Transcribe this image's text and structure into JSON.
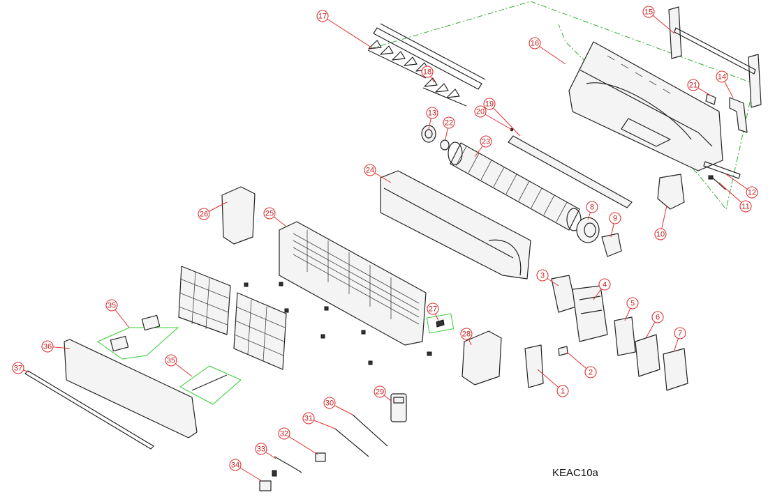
{
  "model_code": "KEAC10a",
  "callouts": [
    "1",
    "2",
    "3",
    "4",
    "5",
    "6",
    "7",
    "8",
    "9",
    "10",
    "11",
    "12",
    "13",
    "14",
    "15",
    "16",
    "17",
    "18",
    "19",
    "20",
    "21",
    "22",
    "23",
    "24",
    "25",
    "26",
    "27",
    "28",
    "29",
    "30",
    "31",
    "32",
    "33",
    "34",
    "35",
    "35",
    "36",
    "37"
  ],
  "colors": {
    "callout": "#e03030",
    "group_box": "#33cc33",
    "line_art": "#222222",
    "background": "#ffffff"
  }
}
